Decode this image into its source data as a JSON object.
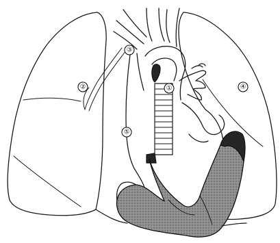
{
  "labels": [
    {
      "id": "1",
      "text": "①"
    },
    {
      "id": "2",
      "text": "②"
    },
    {
      "id": "3",
      "text": "③"
    },
    {
      "id": "4",
      "text": "④"
    },
    {
      "id": "5",
      "text": "⑤"
    }
  ]
}
